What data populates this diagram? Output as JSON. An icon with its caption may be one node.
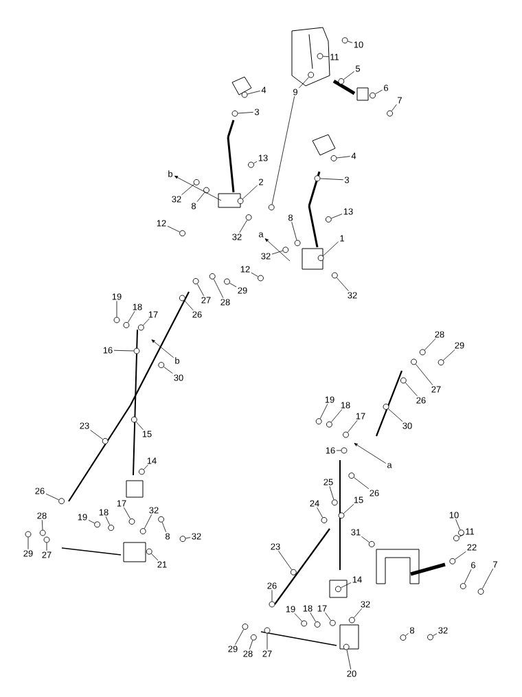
{
  "diagram": {
    "nodes": [
      {
        "text": [
          "10"
        ]
      },
      {
        "text": [
          "11"
        ]
      },
      {
        "text": [
          "5"
        ]
      },
      {
        "text": [
          "6"
        ]
      },
      {
        "text": [
          "7"
        ]
      },
      {
        "text": [
          "9"
        ]
      },
      {
        "text": [
          "4"
        ]
      },
      {
        "text": [
          "3"
        ]
      },
      {
        "text": [
          "4"
        ]
      },
      {
        "text": [
          "3"
        ]
      },
      {
        "text": [
          "13"
        ]
      },
      {
        "text": [
          "2"
        ]
      },
      {
        "text": [
          "b"
        ]
      },
      {
        "text": [
          "32"
        ]
      },
      {
        "text": [
          "8"
        ]
      },
      {
        "text": [
          "13"
        ]
      },
      {
        "text": [
          "8"
        ]
      },
      {
        "text": [
          "12"
        ]
      },
      {
        "text": [
          "32"
        ]
      },
      {
        "text": [
          "a"
        ]
      },
      {
        "text": [
          "1"
        ]
      },
      {
        "text": [
          "32"
        ]
      },
      {
        "text": [
          "12"
        ]
      },
      {
        "text": [
          "32"
        ]
      },
      {
        "text": [
          "29"
        ]
      },
      {
        "text": [
          "27"
        ]
      },
      {
        "text": [
          "28"
        ]
      },
      {
        "text": [
          "26"
        ]
      },
      {
        "text": [
          "19"
        ]
      },
      {
        "text": [
          "18"
        ]
      },
      {
        "text": [
          "17"
        ]
      },
      {
        "text": [
          "16"
        ]
      },
      {
        "text": [
          "b"
        ]
      },
      {
        "text": [
          "30"
        ]
      },
      {
        "text": [
          "23"
        ]
      },
      {
        "text": [
          "15"
        ]
      },
      {
        "text": [
          "14"
        ]
      },
      {
        "text": [
          "26"
        ]
      },
      {
        "text": [
          "28"
        ]
      },
      {
        "text": [
          "19"
        ]
      },
      {
        "text": [
          "18"
        ]
      },
      {
        "text": [
          "17"
        ]
      },
      {
        "text": [
          "32"
        ]
      },
      {
        "text": [
          "8"
        ]
      },
      {
        "text": [
          "32"
        ]
      },
      {
        "text": [
          "29"
        ]
      },
      {
        "text": [
          "27"
        ]
      },
      {
        "text": [
          "21"
        ]
      },
      {
        "text": [
          "28"
        ]
      },
      {
        "text": [
          "29"
        ]
      },
      {
        "text": [
          "27"
        ]
      },
      {
        "text": [
          "26"
        ]
      },
      {
        "text": [
          "19"
        ]
      },
      {
        "text": [
          "18"
        ]
      },
      {
        "text": [
          "17"
        ]
      },
      {
        "text": [
          "30"
        ]
      },
      {
        "text": [
          "16"
        ]
      },
      {
        "text": [
          "a"
        ]
      },
      {
        "text": [
          "26"
        ]
      },
      {
        "text": [
          "25"
        ]
      },
      {
        "text": [
          "24"
        ]
      },
      {
        "text": [
          "15"
        ]
      },
      {
        "text": [
          "10"
        ]
      },
      {
        "text": [
          "11"
        ]
      },
      {
        "text": [
          "31"
        ]
      },
      {
        "text": [
          "22"
        ]
      },
      {
        "text": [
          "23"
        ]
      },
      {
        "text": [
          "14"
        ]
      },
      {
        "text": [
          "6"
        ]
      },
      {
        "text": [
          "7"
        ]
      },
      {
        "text": [
          "26"
        ]
      },
      {
        "text": [
          "19"
        ]
      },
      {
        "text": [
          "18"
        ]
      },
      {
        "text": [
          "17"
        ]
      },
      {
        "text": [
          "32"
        ]
      },
      {
        "text": [
          "8"
        ]
      },
      {
        "text": [
          "32"
        ]
      },
      {
        "text": [
          "29"
        ]
      },
      {
        "text": [
          "28"
        ]
      },
      {
        "text": [
          "27"
        ]
      },
      {
        "text": [
          "20"
        ]
      },
      {
        "text": [],
        "shape": "circle"
      },
      {
        "text": [],
        "shape": "circle"
      },
      {
        "text": [],
        "shape": "circle"
      },
      {
        "text": [],
        "shape": "circle"
      },
      {
        "text": [],
        "shape": "circle"
      },
      {
        "text": [],
        "shape": "circle"
      },
      {
        "text": [],
        "shape": "circle"
      },
      {
        "text": [],
        "shape": "circle"
      },
      {
        "text": [],
        "shape": "circle"
      },
      {
        "text": [],
        "shape": "circle"
      },
      {
        "text": [],
        "shape": "circle"
      },
      {
        "text": [],
        "shape": "circle"
      },
      {
        "text": [],
        "shape": "circle"
      },
      {
        "text": [],
        "shape": "circle"
      },
      {
        "text": [],
        "shape": "circle"
      },
      {
        "text": [],
        "shape": "circle"
      },
      {
        "text": [],
        "shape": "circle"
      },
      {
        "text": [],
        "shape": "circle"
      },
      {
        "text": [],
        "shape": "circle"
      },
      {
        "text": [],
        "shape": "circle"
      },
      {
        "text": [],
        "shape": "circle"
      },
      {
        "text": [],
        "shape": "circle"
      },
      {
        "text": [],
        "shape": "circle"
      },
      {
        "text": [],
        "shape": "circle"
      },
      {
        "text": [],
        "shape": "circle"
      },
      {
        "text": [],
        "shape": "circle"
      },
      {
        "text": [],
        "shape": "circle"
      },
      {
        "text": [],
        "shape": "circle"
      },
      {
        "text": [],
        "shape": "circle"
      },
      {
        "text": [],
        "shape": "circle"
      },
      {
        "text": [],
        "shape": "circle"
      },
      {
        "text": [],
        "shape": "circle"
      },
      {
        "text": [],
        "shape": "circle"
      },
      {
        "text": [],
        "shape": "circle"
      },
      {
        "text": [],
        "shape": "circle"
      },
      {
        "text": [],
        "shape": "circle"
      },
      {
        "text": [],
        "shape": "circle"
      },
      {
        "text": [],
        "shape": "circle"
      },
      {
        "text": [],
        "shape": "circle"
      },
      {
        "text": [],
        "shape": "circle"
      },
      {
        "text": [],
        "shape": "circle"
      },
      {
        "text": [],
        "shape": "circle"
      },
      {
        "text": [],
        "shape": "circle"
      },
      {
        "text": [],
        "shape": "circle"
      },
      {
        "text": [],
        "shape": "circle"
      },
      {
        "text": [],
        "shape": "circle"
      },
      {
        "text": [],
        "shape": "circle"
      },
      {
        "text": [],
        "shape": "circle"
      },
      {
        "text": [],
        "shape": "circle"
      },
      {
        "text": [],
        "shape": "circle"
      },
      {
        "text": [],
        "shape": "circle"
      },
      {
        "text": [],
        "shape": "circle"
      },
      {
        "text": [],
        "shape": "circle"
      },
      {
        "text": [],
        "shape": "circle"
      },
      {
        "text": [],
        "shape": "circle"
      },
      {
        "text": [],
        "shape": "circle"
      },
      {
        "text": [],
        "shape": "circle"
      },
      {
        "text": [],
        "shape": "circle"
      },
      {
        "text": [],
        "shape": "circle"
      },
      {
        "text": [],
        "shape": "circle"
      },
      {
        "text": [],
        "shape": "circle"
      },
      {
        "text": [],
        "shape": "circle"
      },
      {
        "text": [],
        "shape": "circle"
      },
      {
        "text": [],
        "shape": "circle"
      },
      {
        "text": [],
        "shape": "circle"
      },
      {
        "text": [],
        "shape": "circle"
      },
      {
        "text": [],
        "shape": "circle"
      },
      {
        "text": [],
        "shape": "circle"
      },
      {
        "text": [],
        "shape": "circle"
      },
      {
        "text": [],
        "shape": "circle"
      },
      {
        "text": [],
        "shape": "circle"
      },
      {
        "text": [],
        "shape": "circle"
      },
      {
        "text": [],
        "shape": "circle"
      },
      {
        "text": [],
        "shape": "circle"
      },
      {
        "text": [],
        "shape": "circle"
      },
      {
        "text": [],
        "shape": "circle"
      },
      {
        "text": [],
        "shape": "circle"
      },
      {
        "text": [],
        "shape": "circle"
      }
    ],
    "edges": [
      {
        "from": 0,
        "to": 81,
        "arrow": "none"
      },
      {
        "from": 1,
        "to": 82,
        "arrow": "none"
      },
      {
        "from": 2,
        "to": 83,
        "arrow": "none"
      },
      {
        "from": 3,
        "to": 84,
        "arrow": "none"
      },
      {
        "from": 4,
        "to": 85,
        "arrow": "none"
      },
      {
        "from": 5,
        "to": 86,
        "arrow": "none"
      },
      {
        "from": 5,
        "to": 87,
        "arrow": "none"
      },
      {
        "from": 6,
        "to": 88,
        "arrow": "none"
      },
      {
        "from": 7,
        "to": 89,
        "arrow": "none"
      },
      {
        "from": 8,
        "to": 90,
        "arrow": "none"
      },
      {
        "from": 9,
        "to": 91,
        "arrow": "none"
      },
      {
        "from": 10,
        "to": 92,
        "arrow": "none"
      },
      {
        "from": 11,
        "to": 93,
        "arrow": "none"
      },
      {
        "from": null,
        "to": 12,
        "arrow": "to"
      },
      {
        "from": 13,
        "to": 94,
        "arrow": "none"
      },
      {
        "from": 14,
        "to": 95,
        "arrow": "none"
      },
      {
        "from": 15,
        "to": 96,
        "arrow": "none"
      },
      {
        "from": 16,
        "to": 97,
        "arrow": "none"
      },
      {
        "from": 17,
        "to": 98,
        "arrow": "none"
      },
      {
        "from": 18,
        "to": 99,
        "arrow": "none"
      },
      {
        "from": null,
        "to": 19,
        "arrow": "to"
      },
      {
        "from": 20,
        "to": 100,
        "arrow": "none"
      },
      {
        "from": 21,
        "to": 101,
        "arrow": "none"
      },
      {
        "from": 22,
        "to": 102,
        "arrow": "none"
      },
      {
        "from": 23,
        "to": 103,
        "arrow": "none"
      },
      {
        "from": 24,
        "to": 104,
        "arrow": "none"
      },
      {
        "from": 25,
        "to": 105,
        "arrow": "none"
      },
      {
        "from": 26,
        "to": 106,
        "arrow": "none"
      },
      {
        "from": 27,
        "to": 107,
        "arrow": "none"
      },
      {
        "from": 28,
        "to": 108,
        "arrow": "none"
      },
      {
        "from": 29,
        "to": 109,
        "arrow": "none"
      },
      {
        "from": 30,
        "to": 110,
        "arrow": "none"
      },
      {
        "from": 31,
        "to": 111,
        "arrow": "none"
      },
      {
        "from": 32,
        "to": null,
        "arrow": "to"
      },
      {
        "from": 33,
        "to": 112,
        "arrow": "none"
      },
      {
        "from": 34,
        "to": 113,
        "arrow": "none"
      },
      {
        "from": 35,
        "to": 114,
        "arrow": "none"
      },
      {
        "from": 36,
        "to": 115,
        "arrow": "none"
      },
      {
        "from": 37,
        "to": 116,
        "arrow": "none"
      },
      {
        "from": 38,
        "to": 117,
        "arrow": "none"
      },
      {
        "from": 39,
        "to": 118,
        "arrow": "none"
      },
      {
        "from": 40,
        "to": 119,
        "arrow": "none"
      },
      {
        "from": 41,
        "to": 120,
        "arrow": "none"
      },
      {
        "from": 42,
        "to": 121,
        "arrow": "none"
      },
      {
        "from": 43,
        "to": 122,
        "arrow": "none"
      },
      {
        "from": 44,
        "to": 123,
        "arrow": "none"
      },
      {
        "from": 45,
        "to": 124,
        "arrow": "none"
      },
      {
        "from": 46,
        "to": 125,
        "arrow": "none"
      },
      {
        "from": 47,
        "to": 126,
        "arrow": "none"
      },
      {
        "from": 48,
        "to": 127,
        "arrow": "none"
      },
      {
        "from": 49,
        "to": 128,
        "arrow": "none"
      },
      {
        "from": 50,
        "to": 129,
        "arrow": "none"
      },
      {
        "from": 51,
        "to": 130,
        "arrow": "none"
      },
      {
        "from": 52,
        "to": 131,
        "arrow": "none"
      },
      {
        "from": 53,
        "to": 132,
        "arrow": "none"
      },
      {
        "from": 54,
        "to": 133,
        "arrow": "none"
      },
      {
        "from": 55,
        "to": 134,
        "arrow": "none"
      },
      {
        "from": 56,
        "to": 135,
        "arrow": "none"
      },
      {
        "from": 57,
        "to": null,
        "arrow": "to"
      },
      {
        "from": 58,
        "to": 136,
        "arrow": "none"
      },
      {
        "from": 59,
        "to": 137,
        "arrow": "none"
      },
      {
        "from": 60,
        "to": 138,
        "arrow": "none"
      },
      {
        "from": 61,
        "to": 139,
        "arrow": "none"
      },
      {
        "from": 62,
        "to": 140,
        "arrow": "none"
      },
      {
        "from": 63,
        "to": 141,
        "arrow": "none"
      },
      {
        "from": 64,
        "to": 142,
        "arrow": "none"
      },
      {
        "from": 65,
        "to": 143,
        "arrow": "none"
      },
      {
        "from": 66,
        "to": 144,
        "arrow": "none"
      },
      {
        "from": 67,
        "to": 145,
        "arrow": "none"
      },
      {
        "from": 68,
        "to": 146,
        "arrow": "none"
      },
      {
        "from": 69,
        "to": 147,
        "arrow": "none"
      },
      {
        "from": 70,
        "to": 148,
        "arrow": "none"
      },
      {
        "from": 71,
        "to": 149,
        "arrow": "none"
      },
      {
        "from": 72,
        "to": 150,
        "arrow": "none"
      },
      {
        "from": 73,
        "to": 151,
        "arrow": "none"
      },
      {
        "from": 74,
        "to": 152,
        "arrow": "none"
      },
      {
        "from": 75,
        "to": 153,
        "arrow": "none"
      },
      {
        "from": 76,
        "to": 154,
        "arrow": "none"
      },
      {
        "from": 77,
        "to": 155,
        "arrow": "none"
      },
      {
        "from": 78,
        "to": 156,
        "arrow": "none"
      },
      {
        "from": 79,
        "to": 157,
        "arrow": "none"
      },
      {
        "from": 80,
        "to": 158,
        "arrow": "none"
      }
    ]
  }
}
